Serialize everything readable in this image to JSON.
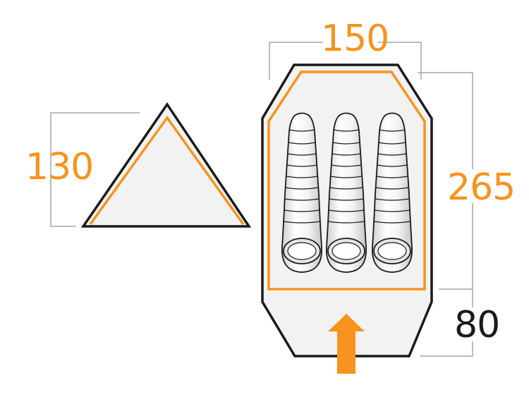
{
  "dimensions": {
    "width": "150",
    "height": "130",
    "length": "265",
    "porch": "80"
  },
  "colors": {
    "accent": "#f7931e",
    "outline": "#1a1a1a",
    "dimension_line": "#a6a6a6",
    "floor_fill": "#f2f2f2",
    "porch_text": "#1a1a1a"
  },
  "icons": {
    "sleeping_bags": [
      "sleeping-bag-icon",
      "sleeping-bag-icon",
      "sleeping-bag-icon"
    ],
    "entrance": "entrance-arrow-icon"
  }
}
